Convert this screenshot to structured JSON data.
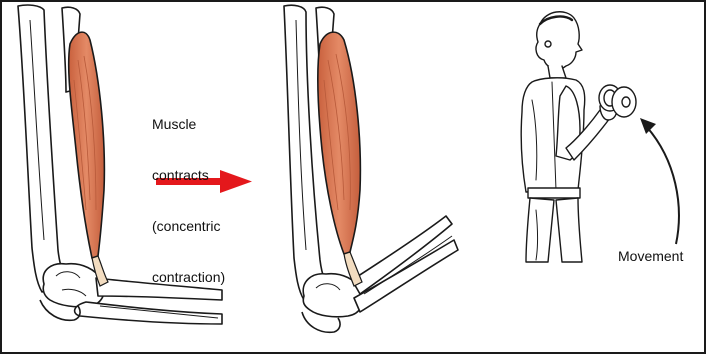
{
  "caption": {
    "lines": [
      "Muscle",
      "contracts",
      "(concentric",
      "contraction)"
    ]
  },
  "movement_label": "Movement",
  "colors": {
    "muscle": "#e0825e",
    "muscle_dark": "#b85a3a",
    "tendon": "#f2dcc0",
    "arrow": "#e4181c",
    "ink": "#1a1a1a",
    "bone": "#ffffff"
  }
}
